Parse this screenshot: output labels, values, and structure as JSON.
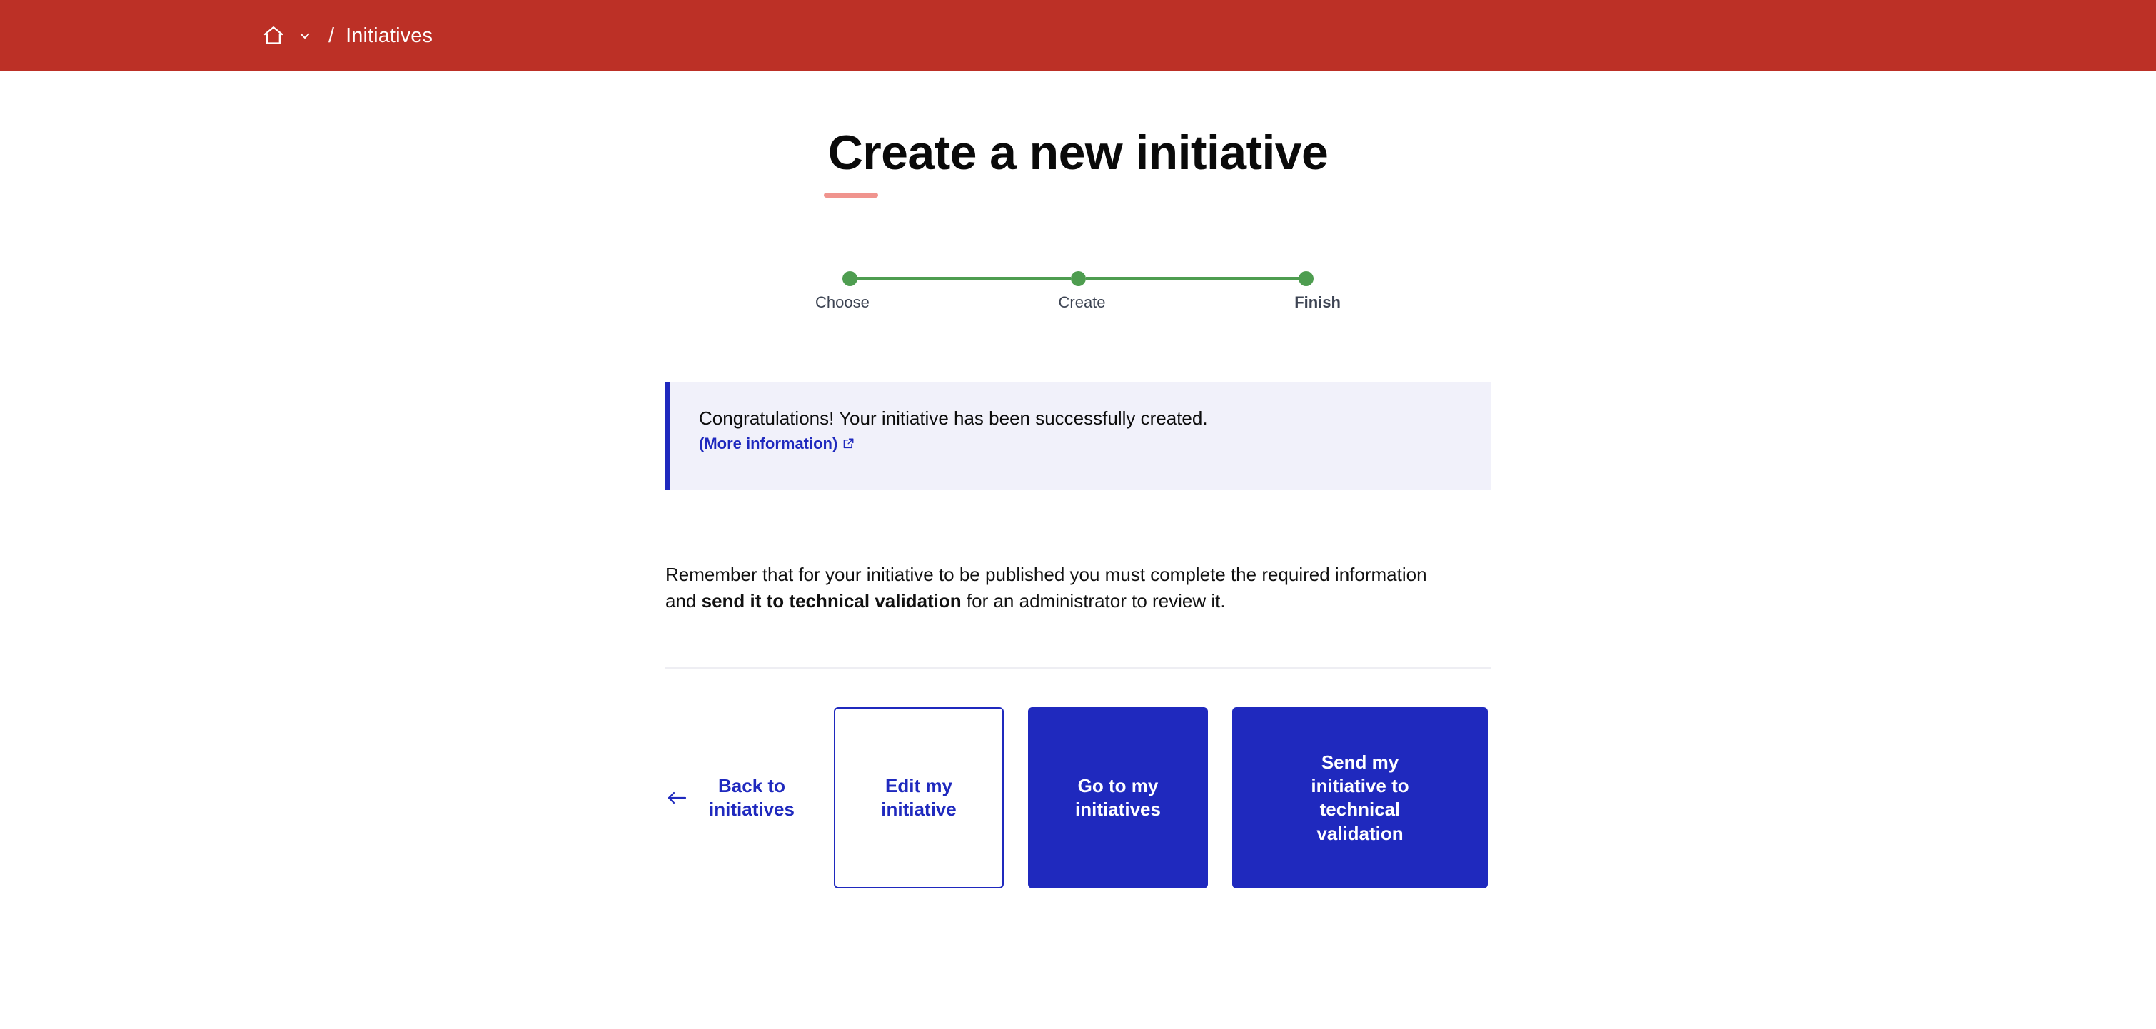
{
  "header": {
    "background_color": "#bc3026",
    "home_icon": "home-icon",
    "chevron_icon": "chevron-down-icon",
    "separator": "/",
    "current_crumb": "Initiatives"
  },
  "title": {
    "text": "Create a new initiative",
    "rule_color": "#f0948e"
  },
  "stepper": {
    "dot_color": "#4e9d50",
    "steps": [
      {
        "label": "Choose",
        "active": false
      },
      {
        "label": "Create",
        "active": false
      },
      {
        "label": "Finish",
        "active": true
      }
    ]
  },
  "callout": {
    "accent_color": "#1f29be",
    "background_color": "#f1f1fa",
    "message": "Congratulations! Your initiative has been successfully created.",
    "link_label": "(More information)",
    "link_icon": "external-link-icon"
  },
  "body": {
    "text_part_1": "Remember that for your initiative to be published you must complete the required information and ",
    "text_bold": "send it to technical validation",
    "text_part_2": " for an administrator to review it."
  },
  "actions": {
    "accent_color": "#1f29be",
    "back": {
      "label": "Back to initiatives",
      "icon": "arrow-left-icon"
    },
    "edit": {
      "label": "Edit my initiative"
    },
    "go": {
      "label": "Go to my initiatives"
    },
    "send": {
      "label": "Send my initiative to technical validation"
    }
  }
}
